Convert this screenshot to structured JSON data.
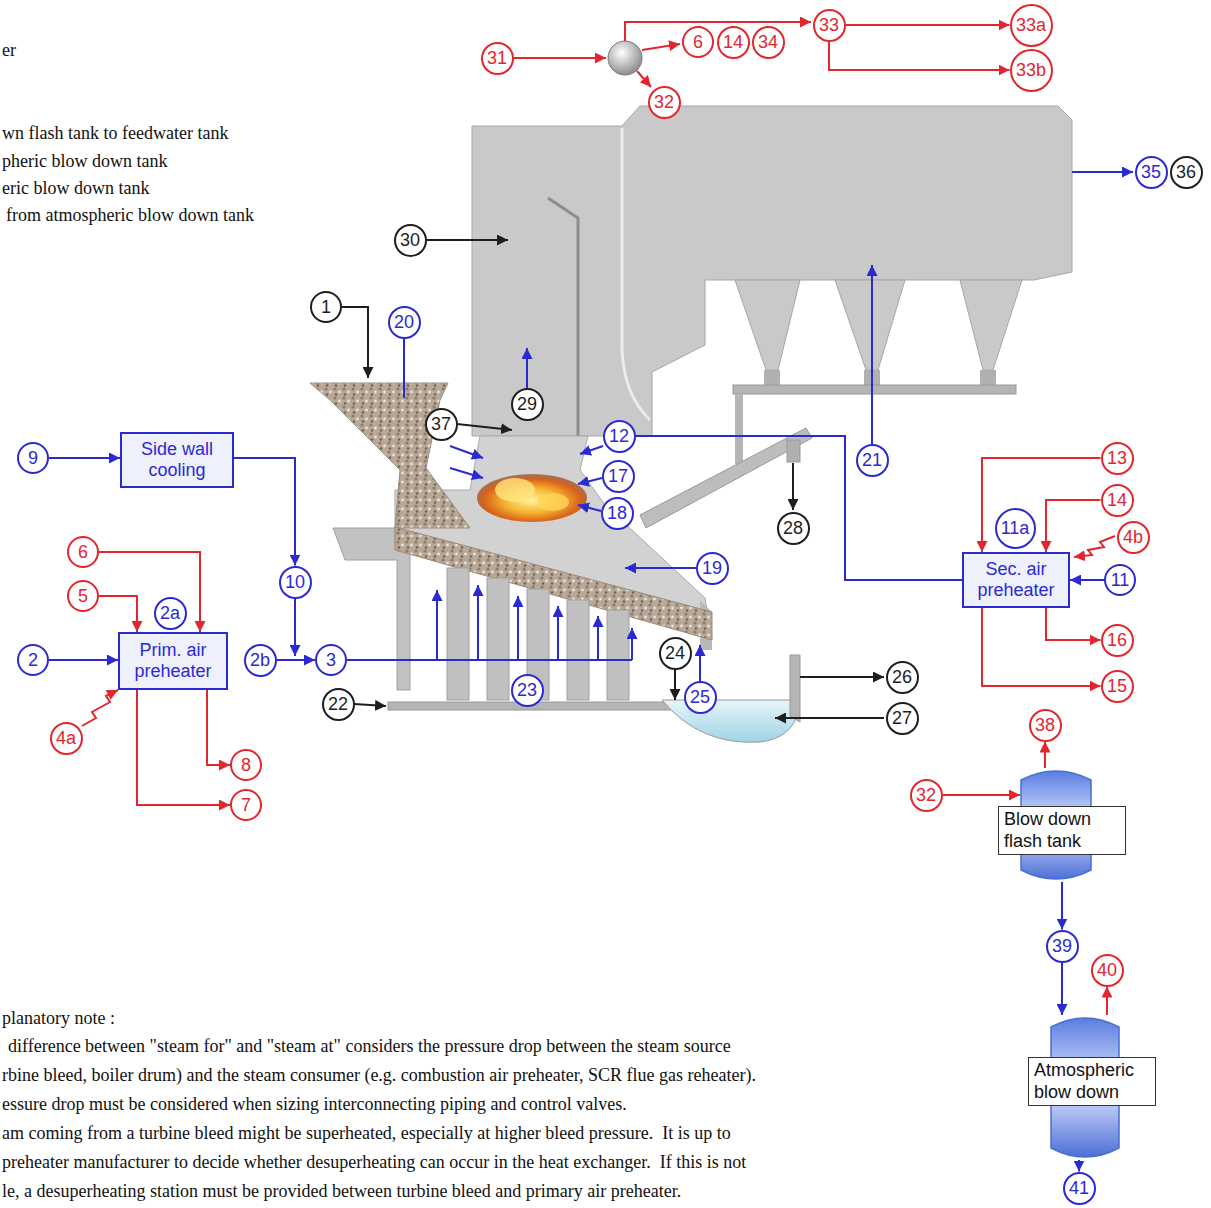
{
  "diagram": {
    "nodes": [
      {
        "text": [
          "31"
        ]
      },
      {
        "text": [
          "6"
        ]
      },
      {
        "text": [
          "14"
        ]
      },
      {
        "text": [
          "34"
        ]
      },
      {
        "text": [
          "33"
        ]
      },
      {
        "text": [
          "33a"
        ]
      },
      {
        "text": [
          "33b"
        ]
      },
      {
        "text": [
          "32"
        ]
      },
      {
        "text": [
          "35"
        ]
      },
      {
        "text": [
          "36"
        ]
      },
      {
        "text": [
          "30"
        ]
      },
      {
        "text": [
          "1"
        ]
      },
      {
        "text": [
          "20"
        ]
      },
      {
        "text": [
          "29"
        ]
      },
      {
        "text": [
          "37"
        ]
      },
      {
        "text": [
          "12"
        ]
      },
      {
        "text": [
          "17"
        ]
      },
      {
        "text": [
          "18"
        ]
      },
      {
        "text": [
          "21"
        ]
      },
      {
        "text": [
          "28"
        ]
      },
      {
        "text": [
          "9"
        ]
      },
      {
        "text": [
          "Side wall cooling"
        ]
      },
      {
        "text": [
          "10"
        ]
      },
      {
        "text": [
          "19"
        ]
      },
      {
        "text": [
          "13"
        ]
      },
      {
        "text": [
          "14"
        ]
      },
      {
        "text": [
          "11a"
        ]
      },
      {
        "text": [
          "4b"
        ]
      },
      {
        "text": [
          "Sec. air preheater"
        ]
      },
      {
        "text": [
          "11"
        ]
      },
      {
        "text": [
          "16"
        ]
      },
      {
        "text": [
          "15"
        ]
      },
      {
        "text": [
          "6"
        ]
      },
      {
        "text": [
          "5"
        ]
      },
      {
        "text": [
          "2a"
        ]
      },
      {
        "text": [
          "2"
        ]
      },
      {
        "text": [
          "Prim. air preheater"
        ]
      },
      {
        "text": [
          "2b"
        ]
      },
      {
        "text": [
          "3"
        ]
      },
      {
        "text": [
          "23"
        ]
      },
      {
        "text": [
          "24"
        ]
      },
      {
        "text": [
          "22"
        ]
      },
      {
        "text": [
          "25"
        ]
      },
      {
        "text": [
          "26"
        ]
      },
      {
        "text": [
          "27"
        ]
      },
      {
        "text": [
          "4a"
        ]
      },
      {
        "text": [
          "8"
        ]
      },
      {
        "text": [
          "7"
        ]
      },
      {
        "text": [
          "38"
        ]
      },
      {
        "text": [
          "32"
        ]
      },
      {
        "text": [
          "Blow down flash tank"
        ]
      },
      {
        "text": [
          "39"
        ]
      },
      {
        "text": [
          "40"
        ]
      },
      {
        "text": [
          "Atmospheric blow down"
        ]
      },
      {
        "text": [
          "41"
        ]
      }
    ],
    "edges": [
      {
        "from": 4,
        "to": 5,
        "arrow": "to"
      },
      {
        "from": 4,
        "to": 6,
        "arrow": "to"
      },
      {
        "from": 20,
        "to": 21,
        "arrow": "to"
      },
      {
        "from": 21,
        "to": 22,
        "arrow": "to"
      },
      {
        "from": 35,
        "to": 36,
        "arrow": "to"
      },
      {
        "from": 33,
        "to": 36,
        "arrow": "to"
      },
      {
        "from": 32,
        "to": 36,
        "arrow": "to"
      },
      {
        "from": 36,
        "to": 46,
        "arrow": "to"
      },
      {
        "from": 36,
        "to": 47,
        "arrow": "to"
      },
      {
        "from": 37,
        "to": 38,
        "arrow": "to"
      },
      {
        "from": 24,
        "to": 28,
        "arrow": "to"
      },
      {
        "from": 25,
        "to": 28,
        "arrow": "to"
      },
      {
        "from": 29,
        "to": 28,
        "arrow": "to"
      },
      {
        "from": 28,
        "to": 30,
        "arrow": "to"
      },
      {
        "from": 28,
        "to": 31,
        "arrow": "to"
      },
      {
        "from": 28,
        "to": 15,
        "arrow": "none"
      },
      {
        "from": 49,
        "to": 50,
        "arrow": "to"
      },
      {
        "from": 50,
        "to": 48,
        "arrow": "to"
      },
      {
        "from": 50,
        "to": 51,
        "arrow": "to"
      },
      {
        "from": 51,
        "to": 53,
        "arrow": "to"
      },
      {
        "from": 53,
        "to": 52,
        "arrow": "to"
      },
      {
        "from": 53,
        "to": 54,
        "arrow": "to"
      }
    ],
    "labels": [
      "er",
      "wn flash tank to feedwater tank",
      "pheric blow down tank",
      "eric blow down tank",
      "from atmospheric blow down tank",
      "planatory note :",
      "difference between \"steam for\" and \"steam at\" considers the pressure drop between the steam source",
      "rbine bleed, boiler drum) and the steam consumer (e.g. combustion air preheater, SCR flue gas reheater).",
      "essure drop must be considered when sizing interconnecting piping and control valves.",
      "am coming from a turbine bleed might be superheated, especially at higher bleed pressure.  It is up to",
      "preheater manufacturer to decide whether desuperheating can occur in the heat exchanger.  If this is not",
      "le, a desuperheating station must be provided between turbine bleed and primary air preheater."
    ]
  }
}
